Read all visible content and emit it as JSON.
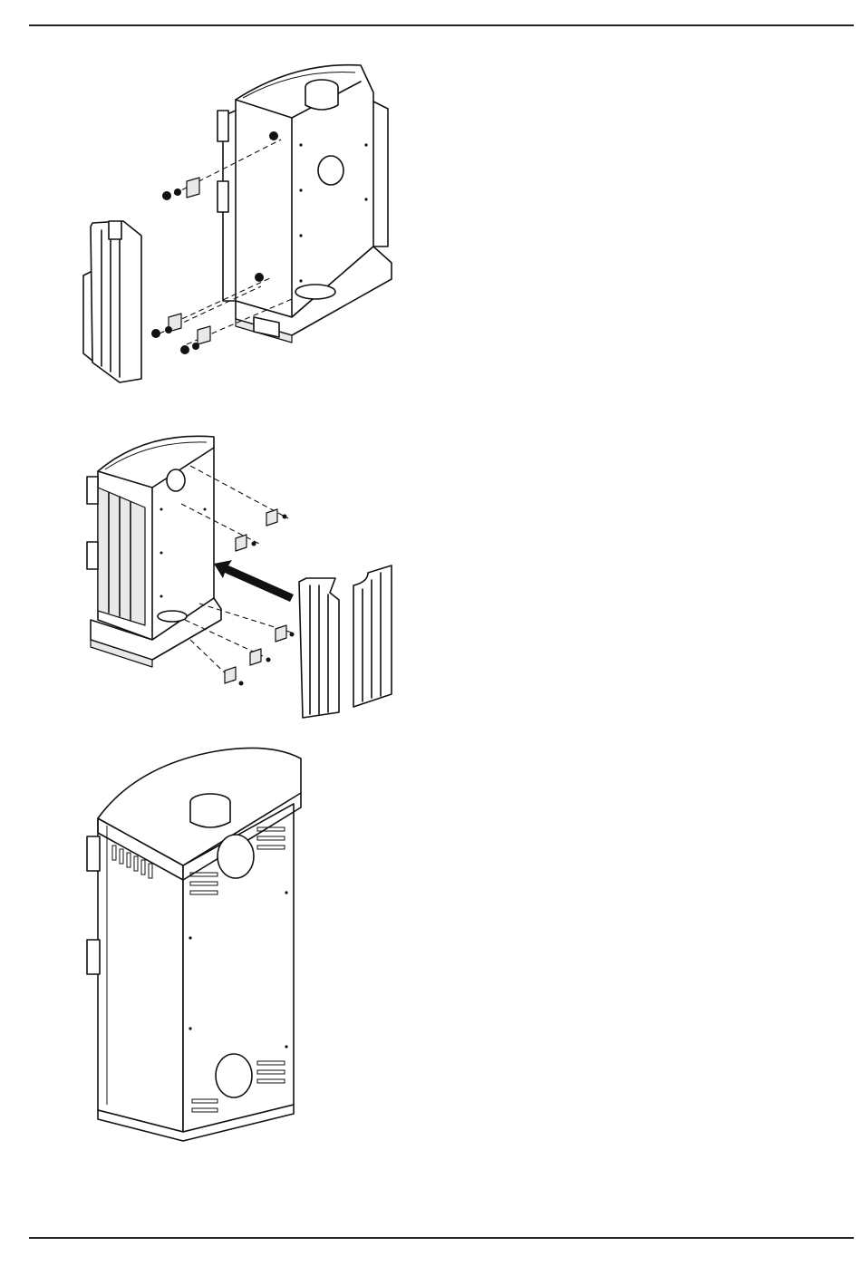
{
  "document": {
    "figures": [
      {
        "id": "figure-1",
        "icon": "stove-remove-side-panel-diagram"
      },
      {
        "id": "figure-2",
        "icon": "stove-fit-side-panels-diagram"
      },
      {
        "id": "figure-3",
        "icon": "stove-assembled-diagram"
      }
    ]
  }
}
